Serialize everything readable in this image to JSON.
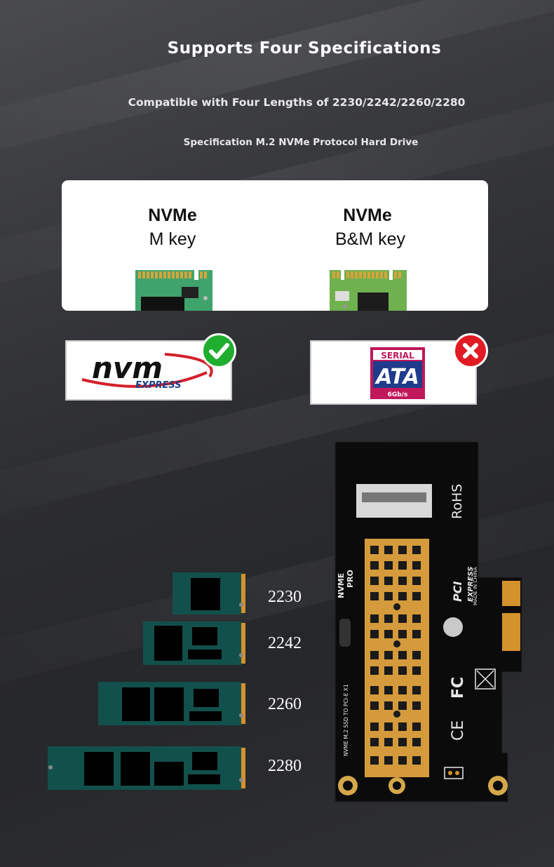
{
  "header": {
    "title": "Supports Four Specifications",
    "subtitle": "Compatible with Four Lengths of 2230/2242/2260/2280",
    "spec_line": "Specification M.2 NVMe Protocol Hard Drive"
  },
  "keys": [
    {
      "name": "NVMe",
      "key": "M key"
    },
    {
      "name": "NVMe",
      "key": "B&M key"
    }
  ],
  "protocols": {
    "nvm_main": "nvm",
    "nvm_sub": "EXPRESS",
    "sata_top": "SERIAL",
    "sata_main": "ATA",
    "sata_speed": "6Gb/s"
  },
  "lengths": [
    "2230",
    "2242",
    "2260",
    "2280"
  ],
  "board": {
    "rohs": "RoHS",
    "pci": "PCI",
    "express": "EXPRESS",
    "made": "MADE IN CHINA",
    "nvme": "NVME",
    "pro": "PRO",
    "model": "NVME M.2 SSD TO PCI-E X1",
    "fc": "FC",
    "ce": "CE"
  },
  "colors": {
    "check": "#1fae2e",
    "cross": "#e01b24",
    "ssd_green": "#12504c",
    "gold": "#d4922c",
    "pcb": "#0b0b0c"
  }
}
